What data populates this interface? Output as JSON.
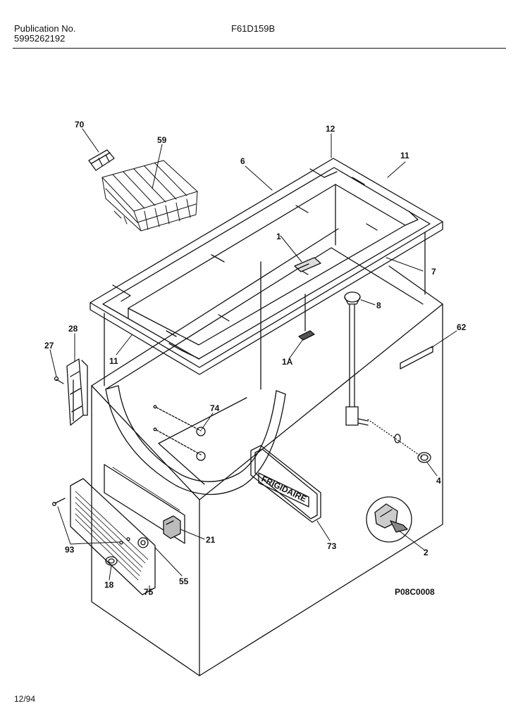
{
  "header": {
    "publication_label": "Publication No.",
    "publication_number": "5995262192",
    "model": "F61D159B"
  },
  "diagram": {
    "reference": "P08C0008",
    "badge_text": "FRIGIDAIRE",
    "callouts": [
      "70",
      "59",
      "6",
      "12",
      "11",
      "1",
      "7",
      "8",
      "62",
      "28",
      "27",
      "11",
      "1A",
      "74",
      "4",
      "73",
      "2",
      "21",
      "93",
      "55",
      "18",
      "75"
    ]
  },
  "footer": {
    "date": "12/94"
  }
}
